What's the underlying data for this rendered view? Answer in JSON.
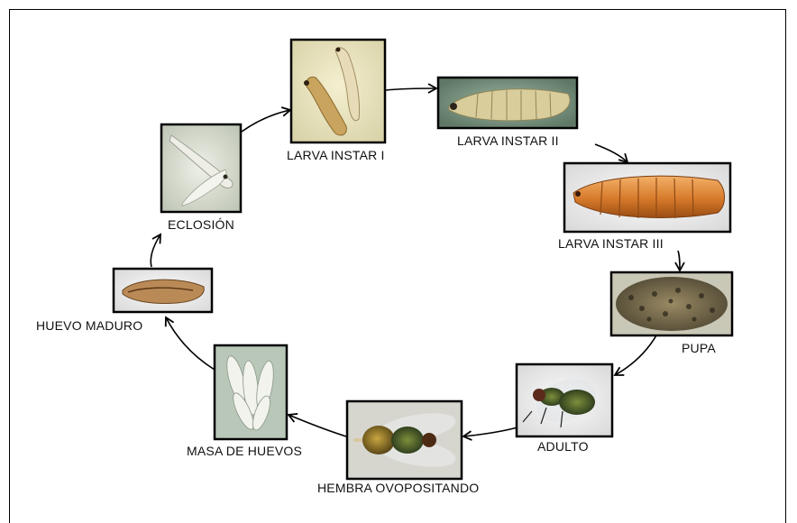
{
  "diagram": {
    "stages": [
      {
        "id": "larva-instar-1",
        "label": "LARVA INSTAR I"
      },
      {
        "id": "larva-instar-2",
        "label": "LARVA INSTAR II"
      },
      {
        "id": "larva-instar-3",
        "label": "LARVA INSTAR III"
      },
      {
        "id": "pupa",
        "label": "PUPA"
      },
      {
        "id": "adulto",
        "label": "ADULTO"
      },
      {
        "id": "hembra-ovopositando",
        "label": "HEMBRA OVOPOSITANDO"
      },
      {
        "id": "masa-de-huevos",
        "label": "MASA DE HUEVOS"
      },
      {
        "id": "huevo-maduro",
        "label": "HUEVO MADURO"
      },
      {
        "id": "eclosion",
        "label": "ECLOSIÓN"
      }
    ],
    "flow_direction": "clockwise"
  }
}
